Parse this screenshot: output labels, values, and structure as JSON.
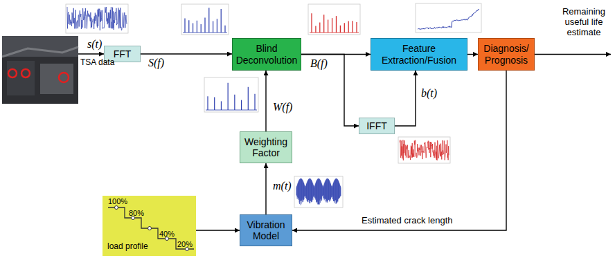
{
  "diagram": {
    "nodes": [
      {
        "text": [
          "FFT"
        ]
      },
      {
        "text": [
          "Blind Deconvolution"
        ]
      },
      {
        "text": [
          "Feature Extraction/Fusion"
        ]
      },
      {
        "text": [
          "Diagnosis/ Prognosis"
        ]
      },
      {
        "text": [
          "IFFT"
        ]
      },
      {
        "text": [
          "Weighting Factor"
        ]
      },
      {
        "text": [
          "Vibration Model"
        ]
      },
      {
        "text": [
          "100%",
          "80%",
          "40%",
          "20%",
          "load profile"
        ]
      }
    ],
    "edges": [
      {
        "from": 0,
        "to": 1,
        "label": "S(f)",
        "arrow": "to"
      },
      {
        "from": 1,
        "to": 2,
        "label": "B(f)",
        "arrow": "to"
      },
      {
        "from": 1,
        "to": 4,
        "arrow": "to"
      },
      {
        "from": 4,
        "to": 2,
        "label": "b(t)",
        "arrow": "to"
      },
      {
        "from": 2,
        "to": 3,
        "arrow": "to"
      },
      {
        "from": 5,
        "to": 1,
        "label": "W(f)",
        "arrow": "to"
      },
      {
        "from": 6,
        "to": 5,
        "label": "m(t)",
        "arrow": "to"
      },
      {
        "from": 7,
        "to": 6,
        "arrow": "to"
      },
      {
        "from": 3,
        "to": 6,
        "label": "Estimated crack length",
        "arrow": "to"
      }
    ],
    "labels": [
      "s(t)",
      "TSA data",
      "Remaining useful life estimate"
    ]
  }
}
